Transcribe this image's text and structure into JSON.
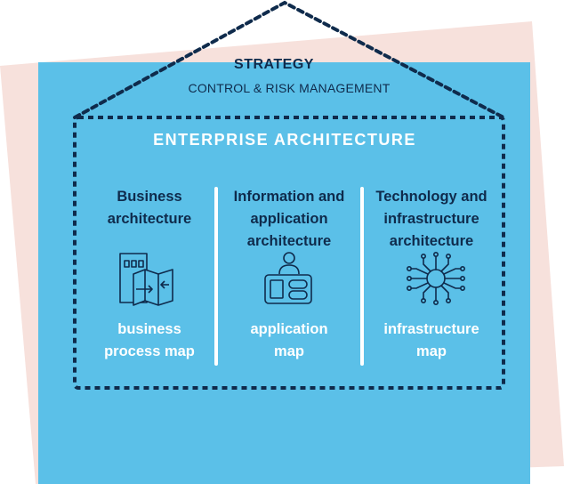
{
  "colors": {
    "background_pink": "#f7e1dc",
    "panel_blue": "#5bc0e8",
    "navy": "#0f2b4c",
    "white": "#ffffff"
  },
  "header": {
    "strategy": "STRATEGY",
    "control": "CONTROL & RISK MANAGEMENT"
  },
  "enterprise": {
    "title": "ENTERPRISE ARCHITECTURE",
    "columns": [
      {
        "title_lines": [
          "Business",
          "architecture"
        ],
        "icon": "building-map-icon",
        "subtitle_lines": [
          "business",
          "process map"
        ]
      },
      {
        "title_lines": [
          "Information and",
          "application",
          "architecture"
        ],
        "icon": "person-app-icon",
        "subtitle_lines": [
          "application",
          "map"
        ]
      },
      {
        "title_lines": [
          "Technology and",
          "infrastructure",
          "architecture"
        ],
        "icon": "circuit-chip-icon",
        "subtitle_lines": [
          "infrastructure",
          "map"
        ]
      }
    ]
  }
}
